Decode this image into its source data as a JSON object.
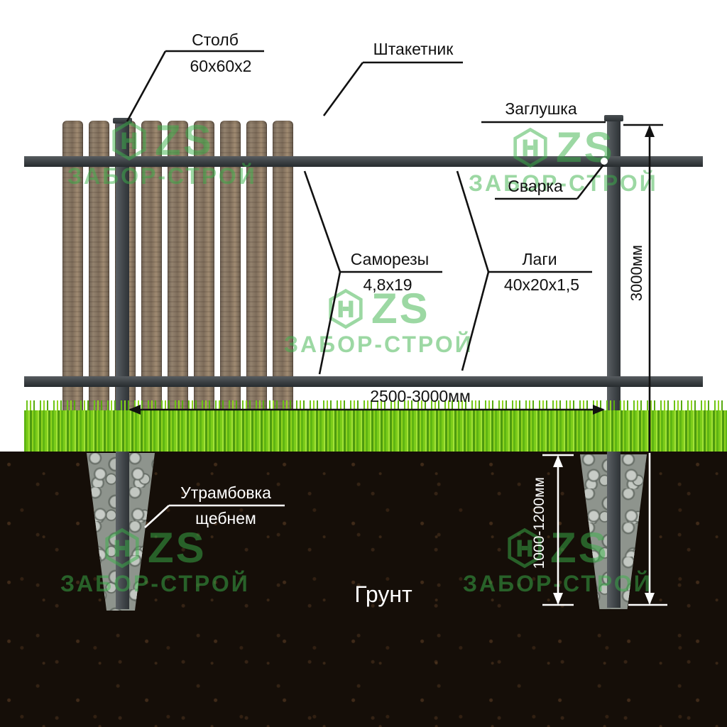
{
  "diagram": {
    "callouts": {
      "post": {
        "title": "Столб",
        "size": "60х60х2"
      },
      "picket": {
        "title": "Штакетник"
      },
      "cap": {
        "title": "Заглушка"
      },
      "weld": {
        "title": "Сварка"
      },
      "screws": {
        "title": "Саморезы",
        "size": "4,8х19"
      },
      "rails": {
        "title": "Лаги",
        "size": "40х20х1,5"
      },
      "gravel": {
        "line1": "Утрамбовка",
        "line2": "щебнем"
      },
      "ground": {
        "title": "Грунт"
      }
    },
    "dimensions": {
      "span": "2500-3000мм",
      "height": "3000мм",
      "depth": "1000-1200мм"
    }
  },
  "watermark": {
    "logo": "ZS",
    "brand": "ЗАБОР-СТРОЙ"
  },
  "colors": {
    "watermark_green": "#3bb34a",
    "metal": "#3c4144",
    "wood": "#8a7863",
    "grass": "#76c918",
    "soil": "#150e08",
    "gravel": "#8e948d"
  }
}
